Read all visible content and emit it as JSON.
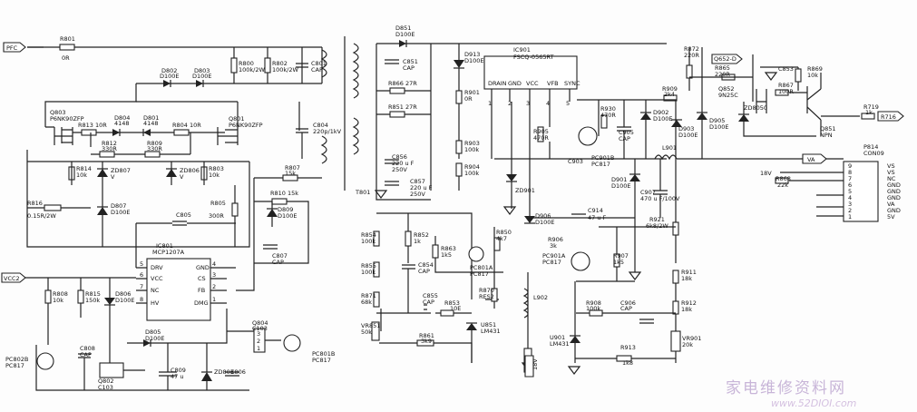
{
  "watermark": {
    "text": "家电维修资料网",
    "url": "www.52DIOI.com"
  },
  "ports": {
    "pfc": "PFC",
    "vcc2": "VCC2",
    "r716": "R716",
    "va": "VA",
    "v18": "18V",
    "v18b": "18V",
    "q652d": "Q652-D"
  },
  "labels": [
    {
      "id": "R801",
      "t": "R801"
    },
    {
      "id": "R801v",
      "t": "0R"
    },
    {
      "id": "D802",
      "t": "D802"
    },
    {
      "id": "D802v",
      "t": "D100E"
    },
    {
      "id": "D803",
      "t": "D803"
    },
    {
      "id": "D803v",
      "t": "D100E"
    },
    {
      "id": "R800",
      "t": "R800"
    },
    {
      "id": "R800v",
      "t": "100k/2W"
    },
    {
      "id": "R802",
      "t": "R802"
    },
    {
      "id": "R802v",
      "t": "100k/2W"
    },
    {
      "id": "C801",
      "t": "C801"
    },
    {
      "id": "C801v",
      "t": "CAP"
    },
    {
      "id": "Q803",
      "t": "Q803"
    },
    {
      "id": "Q803v",
      "t": "P6NK90ZFP"
    },
    {
      "id": "R813",
      "t": "R813 10R"
    },
    {
      "id": "D804",
      "t": "D804"
    },
    {
      "id": "D804v",
      "t": "4148"
    },
    {
      "id": "D801",
      "t": "D801"
    },
    {
      "id": "D801v",
      "t": "4148"
    },
    {
      "id": "R804",
      "t": "R804 10R"
    },
    {
      "id": "Q801",
      "t": "Q801"
    },
    {
      "id": "Q801v",
      "t": "P6NK90ZFP"
    },
    {
      "id": "R812",
      "t": "R812"
    },
    {
      "id": "R812v",
      "t": "330R"
    },
    {
      "id": "R809",
      "t": "R809"
    },
    {
      "id": "R809v",
      "t": "330R"
    },
    {
      "id": "R814",
      "t": "R814"
    },
    {
      "id": "R814v",
      "t": "10k"
    },
    {
      "id": "ZD807",
      "t": "ZD807"
    },
    {
      "id": "ZD807v",
      "t": "V"
    },
    {
      "id": "ZD806",
      "t": "ZD806"
    },
    {
      "id": "ZD806v",
      "t": "V"
    },
    {
      "id": "R803",
      "t": "R803"
    },
    {
      "id": "R803v",
      "t": "10k"
    },
    {
      "id": "R816",
      "t": "R816"
    },
    {
      "id": "R816v",
      "t": "0.15R/2W"
    },
    {
      "id": "D807",
      "t": "D807"
    },
    {
      "id": "D807v",
      "t": "D100E"
    },
    {
      "id": "C805",
      "t": "C805"
    },
    {
      "id": "R805",
      "t": "R805"
    },
    {
      "id": "R805v",
      "t": "300R"
    },
    {
      "id": "C804",
      "t": "C804"
    },
    {
      "id": "C804v",
      "t": "220p/1kV"
    },
    {
      "id": "R807",
      "t": "R807"
    },
    {
      "id": "R807v",
      "t": "15k"
    },
    {
      "id": "R810",
      "t": "R810 15k"
    },
    {
      "id": "D809",
      "t": "D809"
    },
    {
      "id": "D809v",
      "t": "D100E"
    },
    {
      "id": "C807",
      "t": "C807"
    },
    {
      "id": "C807v",
      "t": "CAP"
    },
    {
      "id": "IC801",
      "t": "IC801"
    },
    {
      "id": "IC801v",
      "t": "MCP1207A"
    },
    {
      "id": "pDRV",
      "t": "DRV"
    },
    {
      "id": "pVCC",
      "t": "VCC"
    },
    {
      "id": "pNC",
      "t": "NC"
    },
    {
      "id": "pHV",
      "t": "HV"
    },
    {
      "id": "pGND",
      "t": "GND"
    },
    {
      "id": "pCS",
      "t": "CS"
    },
    {
      "id": "pFB",
      "t": "FB"
    },
    {
      "id": "pDMG",
      "t": "DMG"
    },
    {
      "id": "n5",
      "t": "5"
    },
    {
      "id": "n6",
      "t": "6"
    },
    {
      "id": "n7",
      "t": "7"
    },
    {
      "id": "n8",
      "t": "8"
    },
    {
      "id": "n4",
      "t": "4"
    },
    {
      "id": "n3",
      "t": "3"
    },
    {
      "id": "n2",
      "t": "2"
    },
    {
      "id": "n1",
      "t": "1"
    },
    {
      "id": "R808",
      "t": "R808"
    },
    {
      "id": "R808v",
      "t": "10k"
    },
    {
      "id": "R815",
      "t": "R815"
    },
    {
      "id": "R815v",
      "t": "150k"
    },
    {
      "id": "D806",
      "t": "D806"
    },
    {
      "id": "D806v",
      "t": "D100E"
    },
    {
      "id": "PC802B",
      "t": "PC802B"
    },
    {
      "id": "PC802Bv",
      "t": "PC817"
    },
    {
      "id": "C808",
      "t": "C808"
    },
    {
      "id": "C808v",
      "t": "CAP"
    },
    {
      "id": "Q802",
      "t": "Q802"
    },
    {
      "id": "Q802v",
      "t": "C103"
    },
    {
      "id": "D805",
      "t": "D805"
    },
    {
      "id": "D805v",
      "t": "D100E"
    },
    {
      "id": "C809",
      "t": "C809"
    },
    {
      "id": "C809v",
      "t": "47 u"
    },
    {
      "id": "ZD803",
      "t": "ZD803"
    },
    {
      "id": "C806",
      "t": "C806"
    },
    {
      "id": "Q804",
      "t": "Q804"
    },
    {
      "id": "Q804v",
      "t": "C103"
    },
    {
      "id": "q3",
      "t": "3"
    },
    {
      "id": "q2",
      "t": "2"
    },
    {
      "id": "q1",
      "t": "1"
    },
    {
      "id": "PC801B",
      "t": "PC801B"
    },
    {
      "id": "PC801Bv",
      "t": "PC817"
    },
    {
      "id": "D851",
      "t": "D851"
    },
    {
      "id": "D851v",
      "t": "D100E"
    },
    {
      "id": "C851",
      "t": "C851"
    },
    {
      "id": "C851v",
      "t": "CAP"
    },
    {
      "id": "R866",
      "t": "R866  27R"
    },
    {
      "id": "R851",
      "t": "R851  27R"
    },
    {
      "id": "C856",
      "t": "C856"
    },
    {
      "id": "C856v",
      "t": "220 u F"
    },
    {
      "id": "C856w",
      "t": "250V"
    },
    {
      "id": "C857",
      "t": "C857"
    },
    {
      "id": "C857v",
      "t": "220 u F"
    },
    {
      "id": "C857w",
      "t": "250V"
    },
    {
      "id": "T801",
      "t": "T801"
    },
    {
      "id": "R854",
      "t": "R854"
    },
    {
      "id": "R854v",
      "t": "100k"
    },
    {
      "id": "R852",
      "t": "R852"
    },
    {
      "id": "R852v",
      "t": "1k"
    },
    {
      "id": "R855",
      "t": "R855"
    },
    {
      "id": "R855v",
      "t": "100k"
    },
    {
      "id": "C854",
      "t": "C854"
    },
    {
      "id": "C854v",
      "t": "CAP"
    },
    {
      "id": "R871",
      "t": "R871"
    },
    {
      "id": "R871v",
      "t": "68k"
    },
    {
      "id": "C855",
      "t": "C855"
    },
    {
      "id": "C855v",
      "t": "CAP"
    },
    {
      "id": "R853",
      "t": "R853"
    },
    {
      "id": "R853v",
      "t": "10E"
    },
    {
      "id": "VR851",
      "t": "VR851"
    },
    {
      "id": "VR851v",
      "t": "50k"
    },
    {
      "id": "R861",
      "t": "R861"
    },
    {
      "id": "R861v",
      "t": "3k9"
    },
    {
      "id": "U851",
      "t": "U851"
    },
    {
      "id": "U851v",
      "t": "LM431"
    },
    {
      "id": "R863",
      "t": "R863"
    },
    {
      "id": "R863v",
      "t": "1k5"
    },
    {
      "id": "R850",
      "t": "R850"
    },
    {
      "id": "R850v",
      "t": "4k7"
    },
    {
      "id": "PC801A",
      "t": "PC801A"
    },
    {
      "id": "PC801Av",
      "t": "PC817"
    },
    {
      "id": "R870",
      "t": "R870"
    },
    {
      "id": "R870v",
      "t": "RES2"
    },
    {
      "id": "L902",
      "t": "L902"
    },
    {
      "id": "D913",
      "t": "D913"
    },
    {
      "id": "D913v",
      "t": "D100E"
    },
    {
      "id": "IC901",
      "t": "IC901"
    },
    {
      "id": "IC901v",
      "t": "FSCQ-0565RT"
    },
    {
      "id": "pDRAIN",
      "t": "DRAIN"
    },
    {
      "id": "pGND2",
      "t": "GND"
    },
    {
      "id": "pVCC2",
      "t": "VCC"
    },
    {
      "id": "pVFB",
      "t": "VFB"
    },
    {
      "id": "pSYNC",
      "t": "SYNC"
    },
    {
      "id": "m1",
      "t": "1"
    },
    {
      "id": "m2",
      "t": "2"
    },
    {
      "id": "m3",
      "t": "3"
    },
    {
      "id": "m4",
      "t": "4"
    },
    {
      "id": "m5",
      "t": "5"
    },
    {
      "id": "R901",
      "t": "R901"
    },
    {
      "id": "R901v",
      "t": "0R"
    },
    {
      "id": "R903",
      "t": "R903"
    },
    {
      "id": "R903v",
      "t": "100k"
    },
    {
      "id": "R904",
      "t": "R904"
    },
    {
      "id": "R904v",
      "t": "100k"
    },
    {
      "id": "ZD901",
      "t": "ZD901"
    },
    {
      "id": "R905",
      "t": "R905"
    },
    {
      "id": "R905v",
      "t": "470R"
    },
    {
      "id": "R930",
      "t": "R930"
    },
    {
      "id": "R930v",
      "t": "470R"
    },
    {
      "id": "PC901B",
      "t": "PC901B"
    },
    {
      "id": "PC901Bv",
      "t": "PC817"
    },
    {
      "id": "C903",
      "t": "C903"
    },
    {
      "id": "C905",
      "t": "C905"
    },
    {
      "id": "C905v",
      "t": "CAP"
    },
    {
      "id": "R909",
      "t": "R909"
    },
    {
      "id": "R909v",
      "t": "2k4"
    },
    {
      "id": "D902",
      "t": "D902"
    },
    {
      "id": "D902v",
      "t": "D100E"
    },
    {
      "id": "D903",
      "t": "D903"
    },
    {
      "id": "D903v",
      "t": "D100E"
    },
    {
      "id": "L901",
      "t": "L901"
    },
    {
      "id": "D901",
      "t": "D901"
    },
    {
      "id": "D901v",
      "t": "D100E"
    },
    {
      "id": "C907",
      "t": "C907"
    },
    {
      "id": "C907v",
      "t": "470 u F/100V"
    },
    {
      "id": "C914",
      "t": "C914"
    },
    {
      "id": "C914v",
      "t": "47 u F"
    },
    {
      "id": "D906",
      "t": "D906"
    },
    {
      "id": "D906v",
      "t": "D100E"
    },
    {
      "id": "R906",
      "t": "R906"
    },
    {
      "id": "R906v",
      "t": "3k"
    },
    {
      "id": "R921",
      "t": "R921"
    },
    {
      "id": "R921v",
      "t": "6k8/2W"
    },
    {
      "id": "PC901A",
      "t": "PC901A"
    },
    {
      "id": "PC901Av",
      "t": "PC817"
    },
    {
      "id": "R907",
      "t": "R907"
    },
    {
      "id": "R907v",
      "t": "1k5"
    },
    {
      "id": "R911",
      "t": "R911"
    },
    {
      "id": "R911v",
      "t": "18k"
    },
    {
      "id": "R908",
      "t": "R908"
    },
    {
      "id": "R908v",
      "t": "100k"
    },
    {
      "id": "C906",
      "t": "C906"
    },
    {
      "id": "C906v",
      "t": "CAP"
    },
    {
      "id": "R912",
      "t": "R912"
    },
    {
      "id": "R912v",
      "t": "18k"
    },
    {
      "id": "U901",
      "t": "U901"
    },
    {
      "id": "U901v",
      "t": "LM431"
    },
    {
      "id": "R913",
      "t": "R913"
    },
    {
      "id": "R913v",
      "t": "1k8"
    },
    {
      "id": "VR901",
      "t": "VR901"
    },
    {
      "id": "VR901v",
      "t": "20k"
    },
    {
      "id": "R872",
      "t": "R872"
    },
    {
      "id": "R872v",
      "t": "220R"
    },
    {
      "id": "R865",
      "t": "R865"
    },
    {
      "id": "R865v",
      "t": "220R"
    },
    {
      "id": "C853",
      "t": "C853"
    },
    {
      "id": "R869",
      "t": "R869"
    },
    {
      "id": "R869v",
      "t": "10k"
    },
    {
      "id": "Q852",
      "t": "Q852"
    },
    {
      "id": "Q852v",
      "t": "9N25C"
    },
    {
      "id": "R867",
      "t": "R867"
    },
    {
      "id": "R867v",
      "t": "100R"
    },
    {
      "id": "ZD8050",
      "t": "ZD8050"
    },
    {
      "id": "Q851",
      "t": "Q851"
    },
    {
      "id": "Q851v",
      "t": "NPN"
    },
    {
      "id": "D905",
      "t": "D905"
    },
    {
      "id": "D905v",
      "t": "D100E"
    },
    {
      "id": "R719",
      "t": "R719"
    },
    {
      "id": "R719v",
      "t": "1k"
    },
    {
      "id": "R868",
      "t": "R868"
    },
    {
      "id": "R868v",
      "t": "22k"
    },
    {
      "id": "P814",
      "t": "P814"
    },
    {
      "id": "P814v",
      "t": "CON09"
    }
  ],
  "connector": {
    "pins": [
      "9",
      "8",
      "7",
      "6",
      "5",
      "4",
      "3",
      "2",
      "1"
    ],
    "names": [
      "VS",
      "VS",
      "NC",
      "GND",
      "GND",
      "GND",
      "VA",
      "GND",
      "5V"
    ]
  }
}
